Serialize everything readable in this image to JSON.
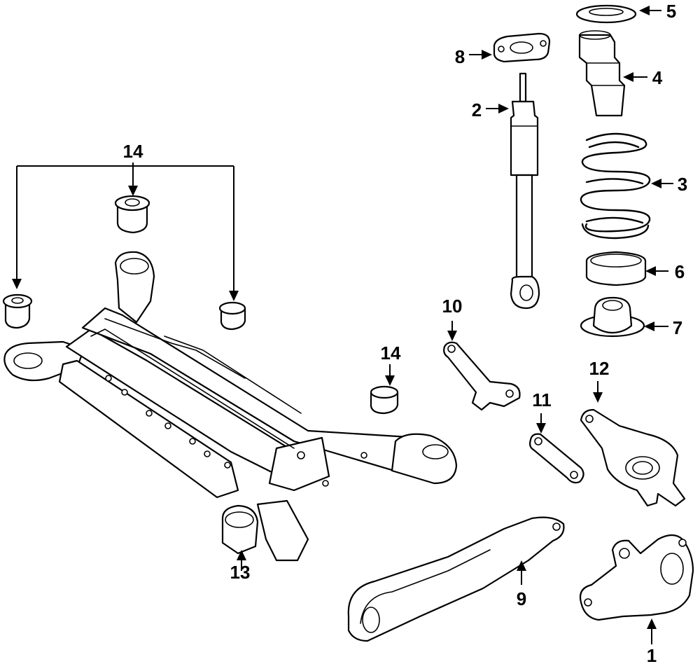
{
  "diagram": {
    "callouts": [
      {
        "id": "1",
        "label": "1"
      },
      {
        "id": "2",
        "label": "2"
      },
      {
        "id": "3",
        "label": "3"
      },
      {
        "id": "4",
        "label": "4"
      },
      {
        "id": "5",
        "label": "5"
      },
      {
        "id": "6",
        "label": "6"
      },
      {
        "id": "7",
        "label": "7"
      },
      {
        "id": "8",
        "label": "8"
      },
      {
        "id": "9",
        "label": "9"
      },
      {
        "id": "10",
        "label": "10"
      },
      {
        "id": "11",
        "label": "11"
      },
      {
        "id": "12",
        "label": "12"
      },
      {
        "id": "13",
        "label": "13"
      },
      {
        "id": "14a",
        "label": "14"
      },
      {
        "id": "14b",
        "label": "14"
      }
    ]
  }
}
